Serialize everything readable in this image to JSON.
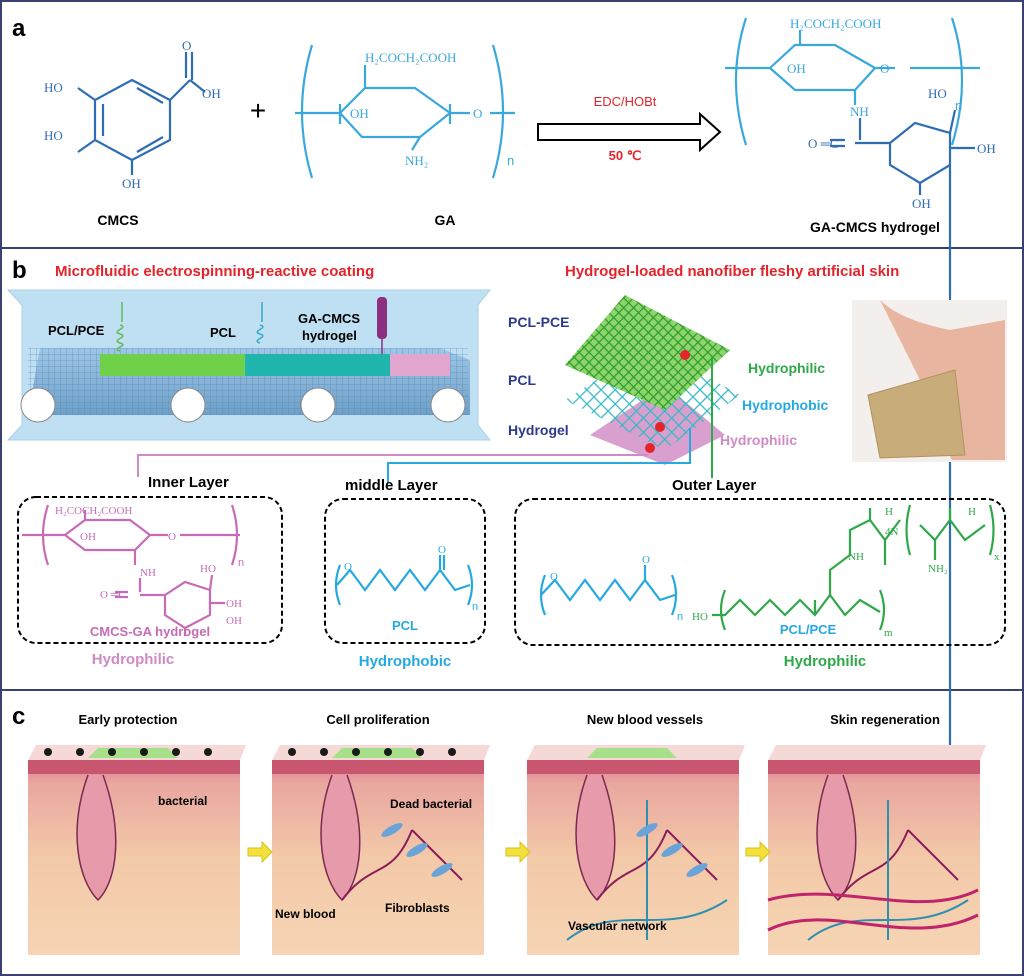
{
  "colors": {
    "frame": "#3a4170",
    "chem_dark": "#2f6db3",
    "chem_light": "#3aa8dc",
    "red": "#e3242b",
    "navy": "#2c3a8c",
    "green": "#2fa84a",
    "pink": "#c76bb7",
    "cyan": "#27a9df"
  },
  "panel_a": {
    "label": "a",
    "cmcs": {
      "name": "CMCS",
      "ho1": "HO",
      "ho2": "HO",
      "oh_bottom": "OH",
      "o_top": "O",
      "oh_right": "OH"
    },
    "plus": "+",
    "ga": {
      "name": "GA",
      "side_chain": "H₂COCH₂COOH",
      "oh": "OH",
      "nh2": "NH₂",
      "o": "O",
      "n": "n"
    },
    "reaction": {
      "reagent": "EDC/HOBt",
      "temperature": "50 ℃"
    },
    "product": {
      "name": "GA-CMCS hydrogel",
      "side_chain": "H₂COCH₂COOH",
      "oh": "OH",
      "o": "O",
      "nh": "NH",
      "ho": "HO",
      "n": "n",
      "carbonyl": "O ═C",
      "oh_right": "OH",
      "oh_bottom": "OH"
    }
  },
  "panel_b": {
    "label": "b",
    "title_left": "Microfluidic electrospinning-reactive coating",
    "title_right": "Hydrogel-loaded nanofiber fleshy artificial skin",
    "device": {
      "pcl_pce": "PCL/PCE",
      "pcl": "PCL",
      "hydrogel_line1": "GA-CMCS",
      "hydrogel_line2": "hydrogel"
    },
    "mat": {
      "pcl_pce": "PCL-PCE",
      "pcl": "PCL",
      "hydrogel": "Hydrogel",
      "hydrophilic_top": "Hydrophilic",
      "hydrophobic": "Hydrophobic",
      "hydrophilic_bottom": "Hydrophilic"
    },
    "layers": [
      {
        "title": "Inner  Layer",
        "compound": "CMCS-GA hydrogel",
        "property": "Hydrophilic",
        "chem": {
          "side": "H₂COCH₂COOH",
          "oh": "OH",
          "o": "O",
          "nh": "NH",
          "ho": "HO",
          "n": "n",
          "co": "O ═C",
          "oh2": "OH",
          "oh3": "OH"
        }
      },
      {
        "title": "middle Layer",
        "compound": "PCL",
        "property": "Hydrophobic",
        "chem": {
          "o1": "O",
          "o2": "O",
          "n": "n"
        }
      },
      {
        "title": "Outer Layer",
        "compound": "PCL/PCE",
        "property": "Hydrophilic",
        "chem": {
          "o1": "O",
          "o2": "O",
          "n": "n",
          "ho": "HO",
          "m": "m",
          "nh": "NH",
          "nh2": "NH₂",
          "h1": "H",
          "h2": "H",
          "four_n": "4N",
          "x": "x"
        }
      }
    ]
  },
  "panel_c": {
    "label": "c",
    "stages": [
      {
        "title": "Early protection",
        "labels": [
          "bacterial"
        ]
      },
      {
        "title": "Cell proliferation",
        "labels": [
          "Dead bacterial",
          "New blood",
          "Fibroblasts"
        ]
      },
      {
        "title": "New blood vessels",
        "labels": [
          "Vascular network"
        ]
      },
      {
        "title": "Skin regeneration",
        "labels": []
      }
    ]
  }
}
